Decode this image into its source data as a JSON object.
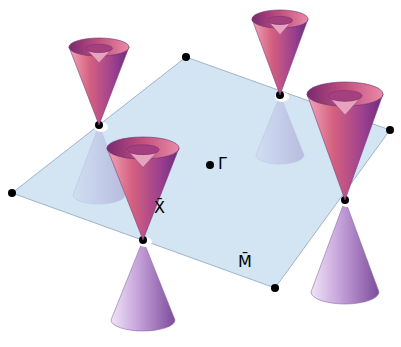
{
  "diagram": {
    "labels": [
      "Γ̄",
      "X̄",
      "M̄"
    ]
  }
}
